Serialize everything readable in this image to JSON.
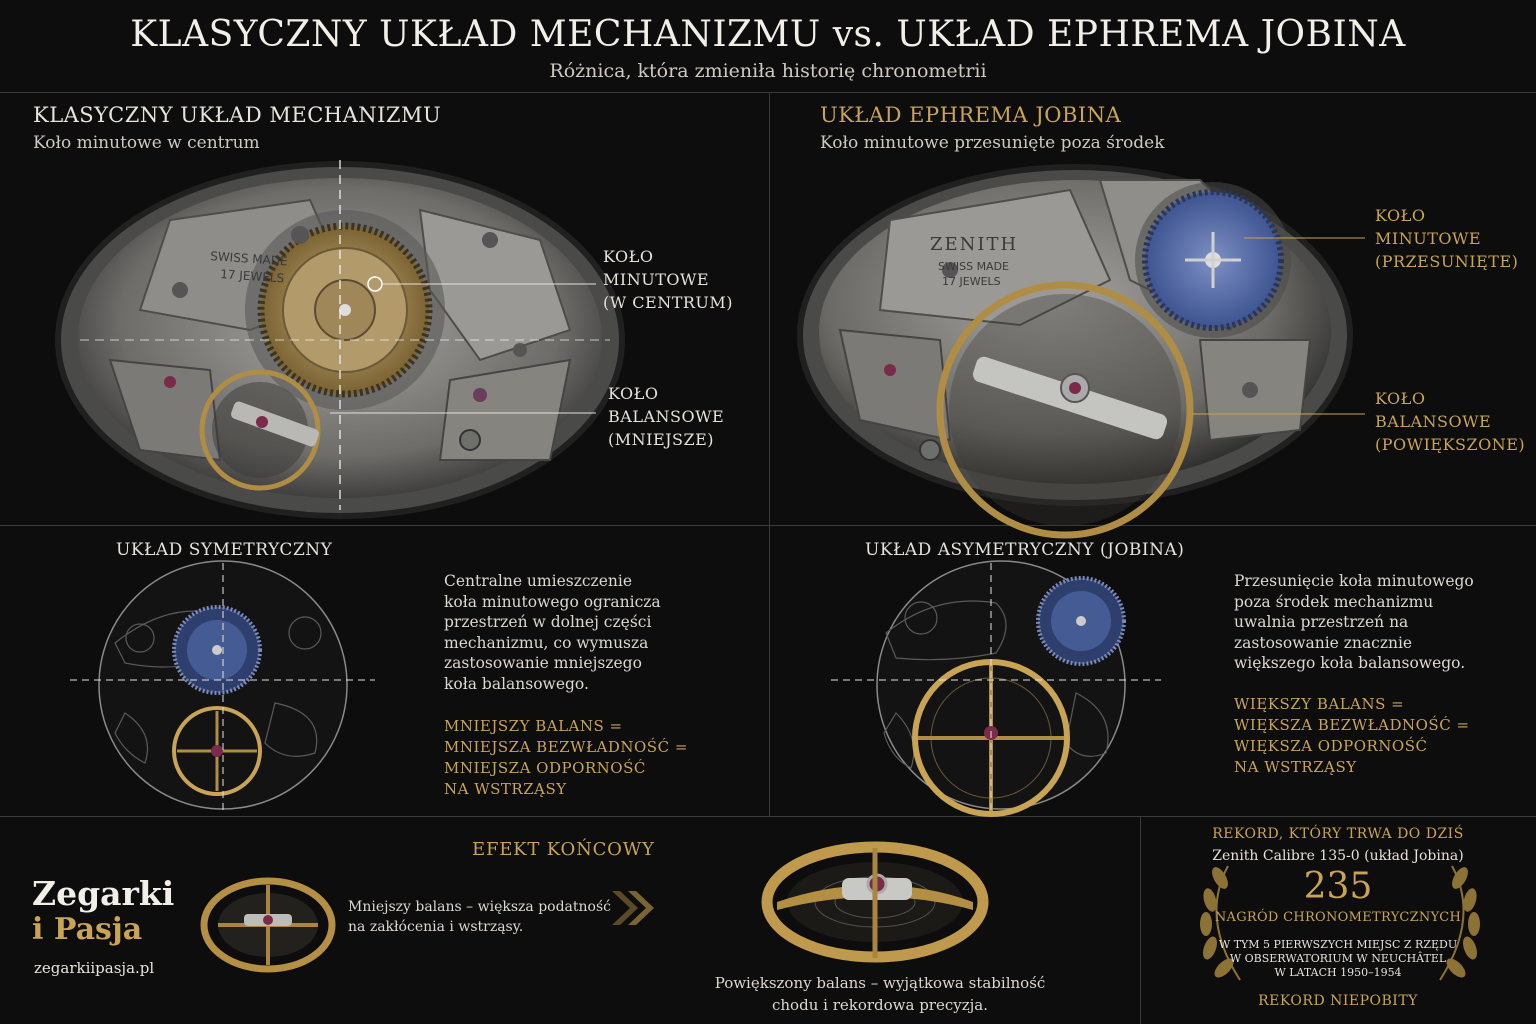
{
  "header": {
    "title": "KLASYCZNY UKŁAD MECHANIZMU  vs.  UKŁAD EPHREMA JOBINA",
    "subtitle": "Różnica, która zmieniła historię chronometrii"
  },
  "left_panel": {
    "title": "KLASYCZNY UKŁAD MECHANIZMU",
    "subtitle": "Koło minutowe w centrum",
    "engraving_1": "SWISS MADE",
    "engraving_2": "17 JEWELS",
    "callout_minute": [
      "KOŁO",
      "MINUTOWE",
      "(W CENTRUM)"
    ],
    "callout_balance": [
      "KOŁO",
      "BALANSOWE",
      "(MNIEJSZE)"
    ]
  },
  "right_panel": {
    "title": "UKŁAD EPHREMA JOBINA",
    "subtitle": "Koło minutowe przesunięte poza środek",
    "brand": "ZENITH",
    "engraving_1": "SWISS MADE",
    "engraving_2": "17 JEWELS",
    "callout_minute": [
      "KOŁO",
      "MINUTOWE",
      "(PRZESUNIĘTE)"
    ],
    "callout_balance": [
      "KOŁO",
      "BALANSOWE",
      "(POWIĘKSZONE)"
    ]
  },
  "symmetric": {
    "title": "UKŁAD SYMETRYCZNY",
    "description": [
      "Centralne umieszczenie",
      "koła minutowego ogranicza",
      "przestrzeń w dolnej części",
      "mechanizmu, co wymusza",
      "zastosowanie mniejszego",
      "koła balansowego."
    ],
    "conclusion": [
      "MNIEJSZY BALANS =",
      "MNIEJSZA BEZWŁADNOŚĆ =",
      "MNIEJSZA ODPORNOŚĆ",
      "NA WSTRZĄSY"
    ]
  },
  "asymmetric": {
    "title": "UKŁAD ASYMETRYCZNY (JOBINA)",
    "description": [
      "Przesunięcie koła minutowego",
      "poza środek mechanizmu",
      "uwalnia przestrzeń na",
      "zastosowanie znacznie",
      "większego koła balansowego."
    ],
    "conclusion": [
      "WIĘKSZY BALANS =",
      "WIĘKSZA BEZWŁADNOŚĆ =",
      "WIĘKSZA ODPORNOŚĆ",
      "NA WSTRZĄSY"
    ]
  },
  "final_effect": {
    "title": "EFEKT KOŃCOWY",
    "small_balance_text": [
      "Mniejszy balans – większa podatność",
      "na zakłócenia i wstrząsy."
    ],
    "large_balance_text": [
      "Powiększony balans – wyjątkowa stabilność",
      "chodu i rekordowa precyzja."
    ]
  },
  "brand": {
    "name_line1": "Zegarki",
    "name_line2": "i Pasja",
    "url": "zegarkiipasja.pl"
  },
  "record": {
    "title": "REKORD, KTÓRY TRWA DO DZIŚ",
    "calibre": "Zenith Calibre 135-0 (układ Jobina)",
    "number": "235",
    "awards": "NAGRÓD CHRONOMETRYCZNYCH",
    "detail": [
      "W TYM 5 PIERWSZYCH MIEJSC Z RZĘDU",
      "W OBSERWATORIUM W NEUCHÂTEL",
      "W LATACH 1950–1954"
    ],
    "footer": "REKORD NIEPOBITY"
  },
  "colors": {
    "background": "#0d0d0e",
    "gold_accent": "#c9a455",
    "blue_wheel": "#4a62a0",
    "steel": "#8f8f8f"
  }
}
